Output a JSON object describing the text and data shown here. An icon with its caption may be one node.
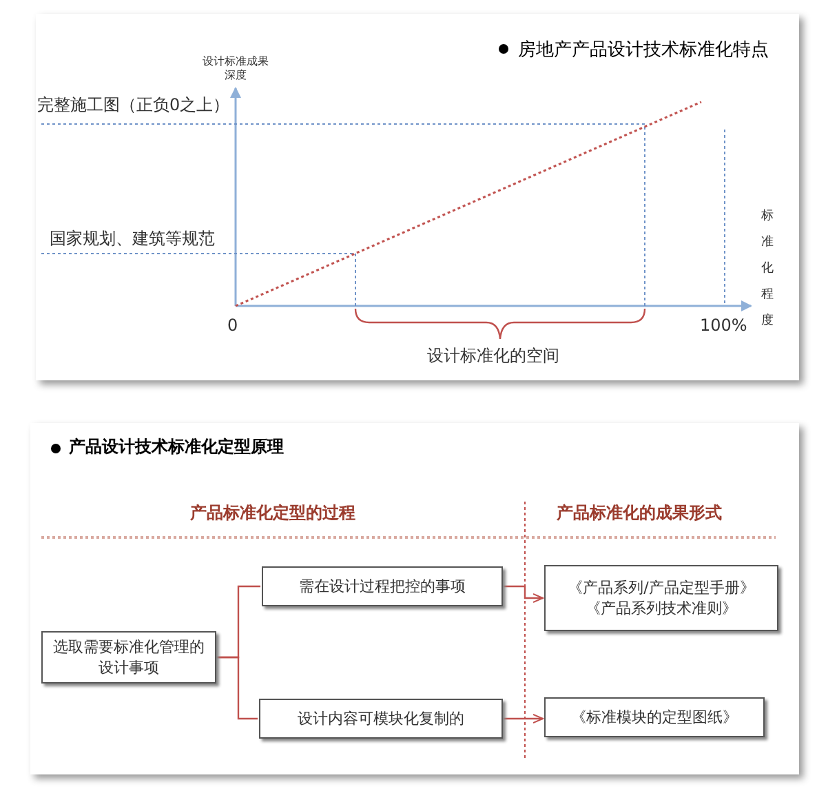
{
  "diagram": {
    "nodes": [
      {
        "text": [
          "选取需要标准化管理的设计事项"
        ]
      },
      {
        "text": [
          "需在设计过程把控的事项"
        ]
      },
      {
        "text": [
          "设计内容可模块化复制的"
        ]
      },
      {
        "text": [
          "《产品系列/产品定型手册》",
          "《产品系列技术准则》"
        ]
      },
      {
        "text": [
          "《标准模块的定型图纸》"
        ]
      }
    ],
    "edges": [
      {
        "from": 0,
        "to": 1,
        "arrow": "none"
      },
      {
        "from": 0,
        "to": 2,
        "arrow": "none"
      },
      {
        "from": 1,
        "to": 3,
        "arrow": "to"
      },
      {
        "from": 2,
        "to": 4,
        "arrow": "to"
      }
    ],
    "labels": [
      "房地产产品设计技术标准化特点",
      "设计标准成果深度",
      "完整施工图（正负0之上）",
      "国家规划、建筑等规范",
      "标准化程度",
      "0",
      "100%",
      "设计标准化的空间",
      "产品设计技术标准化定型原理",
      "产品标准化定型的过程",
      "产品标准化的成果形式"
    ]
  }
}
